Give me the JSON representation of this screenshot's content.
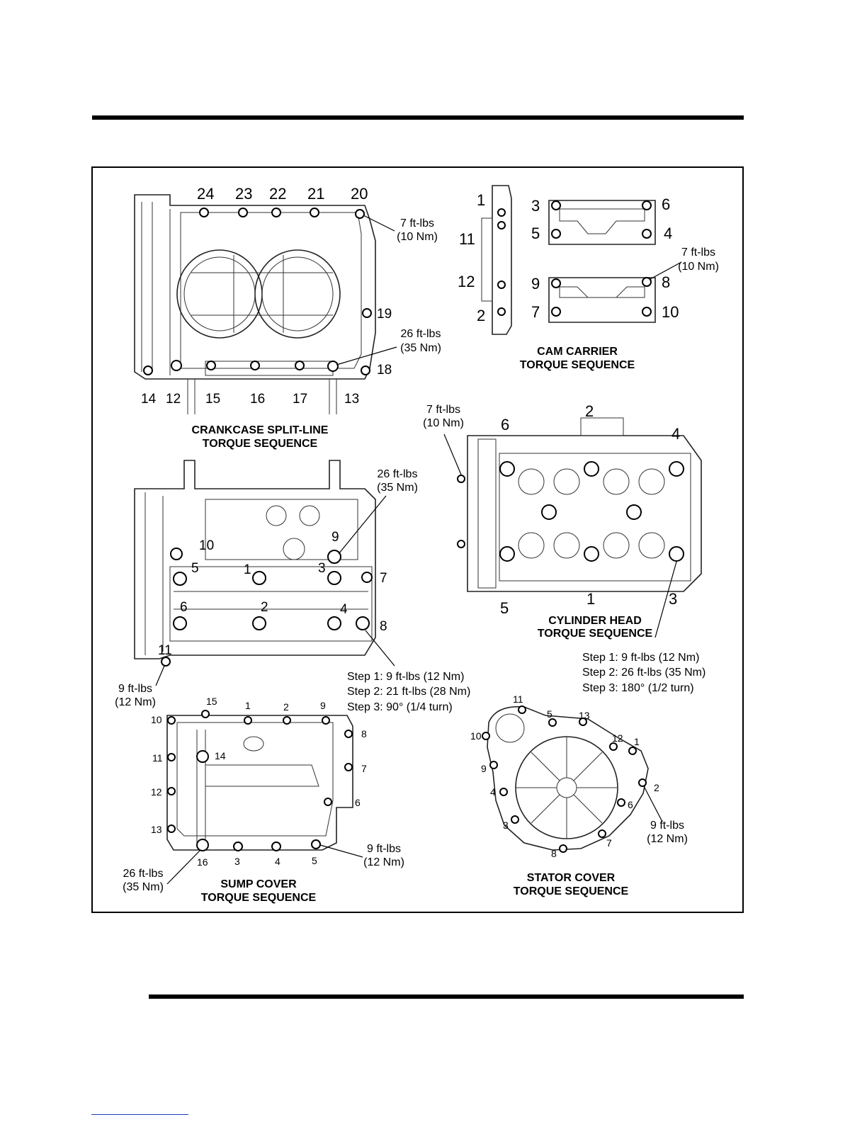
{
  "crankcase": {
    "title_line1": "CRANKCASE SPLIT-LINE",
    "title_line2": "TORQUE SEQUENCE",
    "numbers": [
      "24",
      "23",
      "22",
      "21",
      "20",
      "19",
      "18",
      "13",
      "17",
      "16",
      "15",
      "12",
      "14"
    ],
    "torque_a_line1": "7 ft-lbs",
    "torque_a_line2": "(10 Nm)",
    "torque_b_line1": "26 ft-lbs",
    "torque_b_line2": "(35 Nm)"
  },
  "cam_carrier": {
    "title_line1": "CAM CARRIER",
    "title_line2": "TORQUE SEQUENCE",
    "numbers": [
      "1",
      "11",
      "12",
      "2",
      "3",
      "5",
      "6",
      "4",
      "9",
      "7",
      "8",
      "10"
    ],
    "torque_line1": "7 ft-lbs",
    "torque_line2": "(10 Nm)"
  },
  "lower_crankcase": {
    "numbers": [
      "10",
      "9",
      "5",
      "1",
      "3",
      "7",
      "6",
      "2",
      "4",
      "8",
      "11"
    ],
    "torque_a_line1": "26 ft-lbs",
    "torque_a_line2": "(35 Nm)",
    "torque_b_line1": "9 ft-lbs",
    "torque_b_line2": "(12 Nm)",
    "steps": [
      "Step 1: 9 ft-lbs (12 Nm)",
      "Step 2: 21 ft-lbs (28 Nm)",
      "Step 3: 90° (1/4 turn)"
    ]
  },
  "cylinder_head": {
    "title_line1": "CYLINDER HEAD",
    "title_line2": "TORQUE SEQUENCE",
    "numbers": [
      "6",
      "2",
      "4",
      "1",
      "5",
      "3"
    ],
    "torque_line1": "7 ft-lbs",
    "torque_line2": "(10 Nm)",
    "steps": [
      "Step 1: 9 ft-lbs (12 Nm)",
      "Step 2: 26 ft-lbs (35 Nm)",
      "Step 3: 180° (1/2 turn)"
    ]
  },
  "sump_cover": {
    "title_line1": "SUMP COVER",
    "title_line2": "TORQUE SEQUENCE",
    "numbers": [
      "15",
      "1",
      "2",
      "9",
      "8",
      "10",
      "14",
      "11",
      "7",
      "12",
      "6",
      "13",
      "16",
      "3",
      "4",
      "5"
    ],
    "torque_a_line1": "26 ft-lbs",
    "torque_a_line2": "(35 Nm)",
    "torque_b_line1": "9 ft-lbs",
    "torque_b_line2": "(12 Nm)"
  },
  "stator_cover": {
    "title_line1": "STATOR COVER",
    "title_line2": "TORQUE SEQUENCE",
    "numbers": [
      "11",
      "5",
      "13",
      "10",
      "12",
      "1",
      "9",
      "2",
      "4",
      "6",
      "3",
      "7",
      "8"
    ],
    "torque_line1": "9 ft-lbs",
    "torque_line2": "(12 Nm)"
  }
}
